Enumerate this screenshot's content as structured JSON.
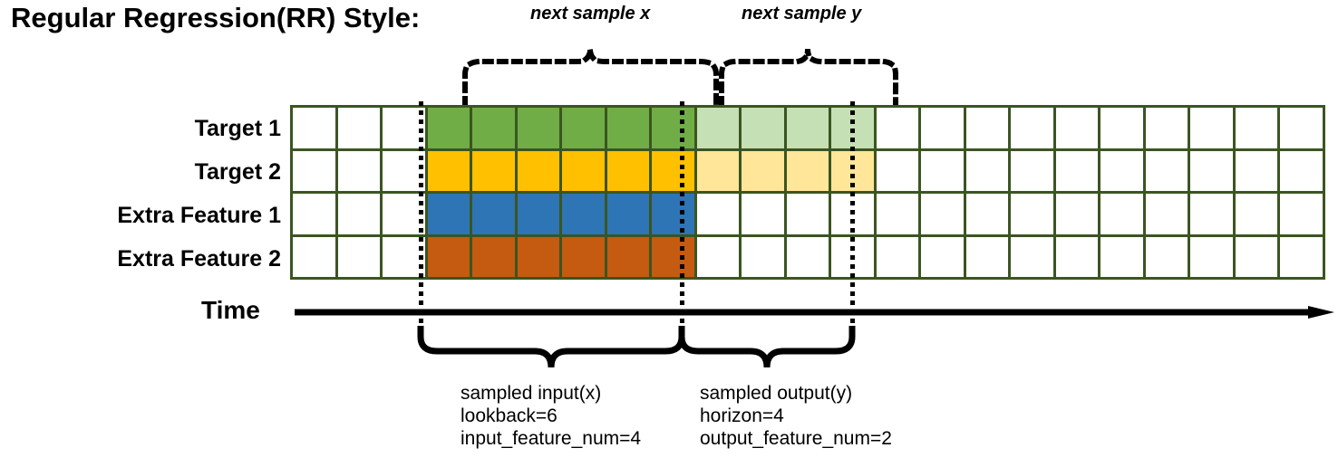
{
  "title": "Regular Regression(RR) Style:",
  "top_annotations": {
    "next_sample_x": "next sample x",
    "next_sample_y": "next sample y"
  },
  "rows": [
    {
      "label": "Target 1",
      "key": "target-1"
    },
    {
      "label": "Target 2",
      "key": "target-2"
    },
    {
      "label": "Extra Feature 1",
      "key": "extra-feature-1"
    },
    {
      "label": "Extra Feature 2",
      "key": "extra-feature-2"
    }
  ],
  "time_axis": {
    "label": "Time"
  },
  "bottom_annotations": {
    "input": {
      "line1": "sampled input(x)",
      "line2": "lookback=6",
      "line3": "input_feature_num=4"
    },
    "output": {
      "line1": "sampled output(y)",
      "line2": "horizon=4",
      "line3": "output_feature_num=2"
    }
  },
  "colors": {
    "grid_border": "#3b5520",
    "empty_cell": "#ffffff",
    "target_1_input": "#70ad47",
    "target_1_output": "#c5e0b4",
    "target_2_input": "#ffc000",
    "target_2_output": "#ffe699",
    "extra_feature_1": "#2e75b6",
    "extra_feature_2": "#c55a11",
    "line": "#000000"
  },
  "chart_data": {
    "type": "heatmap",
    "title": "Regular Regression(RR) Style:",
    "grid_columns": 23,
    "grid_rows": 4,
    "lookback": 6,
    "horizon": 4,
    "input_feature_num": 4,
    "output_feature_num": 2,
    "input_start_column": 4,
    "input_end_column": 9,
    "output_start_column": 10,
    "output_end_column": 13,
    "row_labels": [
      "Target 1",
      "Target 2",
      "Extra Feature 1",
      "Extra Feature 2"
    ],
    "cell_fills": {
      "target-1": [
        "#ffffff",
        "#ffffff",
        "#ffffff",
        "#70ad47",
        "#70ad47",
        "#70ad47",
        "#70ad47",
        "#70ad47",
        "#70ad47",
        "#c5e0b4",
        "#c5e0b4",
        "#c5e0b4",
        "#c5e0b4",
        "#ffffff",
        "#ffffff",
        "#ffffff",
        "#ffffff",
        "#ffffff",
        "#ffffff",
        "#ffffff",
        "#ffffff",
        "#ffffff",
        "#ffffff"
      ],
      "target-2": [
        "#ffffff",
        "#ffffff",
        "#ffffff",
        "#ffc000",
        "#ffc000",
        "#ffc000",
        "#ffc000",
        "#ffc000",
        "#ffc000",
        "#ffe699",
        "#ffe699",
        "#ffe699",
        "#ffe699",
        "#ffffff",
        "#ffffff",
        "#ffffff",
        "#ffffff",
        "#ffffff",
        "#ffffff",
        "#ffffff",
        "#ffffff",
        "#ffffff",
        "#ffffff"
      ],
      "extra-feature-1": [
        "#ffffff",
        "#ffffff",
        "#ffffff",
        "#2e75b6",
        "#2e75b6",
        "#2e75b6",
        "#2e75b6",
        "#2e75b6",
        "#2e75b6",
        "#ffffff",
        "#ffffff",
        "#ffffff",
        "#ffffff",
        "#ffffff",
        "#ffffff",
        "#ffffff",
        "#ffffff",
        "#ffffff",
        "#ffffff",
        "#ffffff",
        "#ffffff",
        "#ffffff",
        "#ffffff"
      ],
      "extra-feature-2": [
        "#ffffff",
        "#ffffff",
        "#ffffff",
        "#c55a11",
        "#c55a11",
        "#c55a11",
        "#c55a11",
        "#c55a11",
        "#c55a11",
        "#ffffff",
        "#ffffff",
        "#ffffff",
        "#ffffff",
        "#ffffff",
        "#ffffff",
        "#ffffff",
        "#ffffff",
        "#ffffff",
        "#ffffff",
        "#ffffff",
        "#ffffff",
        "#ffffff",
        "#ffffff"
      ]
    },
    "annotations": [
      "next sample x",
      "next sample y",
      "sampled input(x) lookback=6 input_feature_num=4",
      "sampled output(y) horizon=4 output_feature_num=2"
    ]
  }
}
